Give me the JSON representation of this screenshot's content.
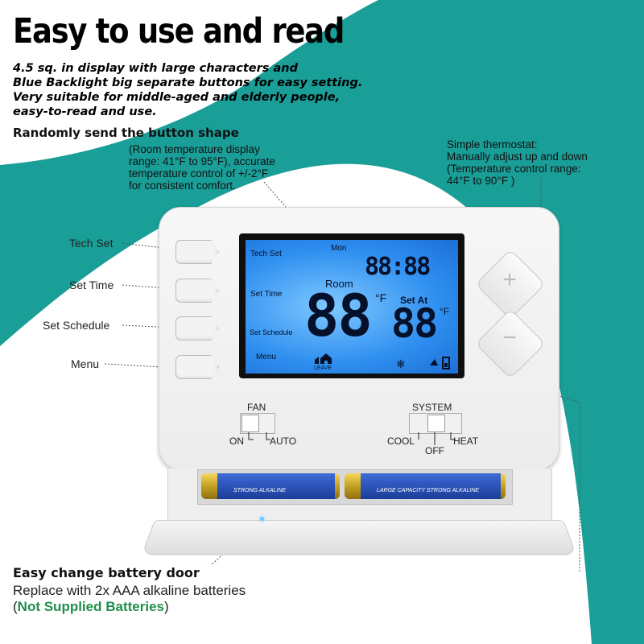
{
  "headline": "Easy to use and read",
  "intro_lines": [
    "4.5 sq. in display with large characters and",
    "Blue Backlight big separate buttons for easy setting.",
    "Very suitable for middle-aged and elderly people,",
    "easy-to-read and use."
  ],
  "button_shape_note": "Randomly send the button shape",
  "display_note_lines": [
    "(Room temperature display",
    "range: 41°F to 95°F), accurate",
    "temperature control of +/-2°F",
    "for consistent comfort."
  ],
  "thermostat_note_lines": [
    "Simple thermostat:",
    "Manually adjust up and down",
    "(Temperature control range:",
    "44°F to 90°F )"
  ],
  "callouts": {
    "tech_set": "Tech Set",
    "set_time": "Set Time",
    "set_schedule": "Set Schedule",
    "menu": "Menu"
  },
  "lcd": {
    "tech_set": "Tech Set",
    "set_time": "Set Time",
    "set_schedule": "Set Schedule",
    "menu": "Menu",
    "day": "Mon",
    "clock": "88:88",
    "room_label": "Room",
    "room_temp": "88",
    "room_unit": "°F",
    "set_at_label": "Set  At",
    "set_temp": "88",
    "set_unit": "°F",
    "leave_label": "LEAVE",
    "snow_glyph": "❄"
  },
  "arrows": {
    "up": "+",
    "down": "−"
  },
  "fan_switch": {
    "title": "FAN",
    "left": "ON",
    "right": "AUTO"
  },
  "system_switch": {
    "title": "SYSTEM",
    "left": "COOL",
    "middle": "OFF",
    "right": "HEAT"
  },
  "batteries": [
    {
      "label": "STRONG ALKALINE"
    },
    {
      "label": "LARGE CAPACITY  STRONG ALKALINE"
    }
  ],
  "battery_door": {
    "title": "Easy change battery door",
    "line": "Replace with 2x AAA alkaline batteries",
    "note_open": "(",
    "note_green": "Not Supplied Batteries",
    "note_close": ")"
  },
  "colors": {
    "teal_background": "#1a9e98",
    "lcd_blue": "#2f8ff0",
    "note_green": "#1f8f4a"
  }
}
